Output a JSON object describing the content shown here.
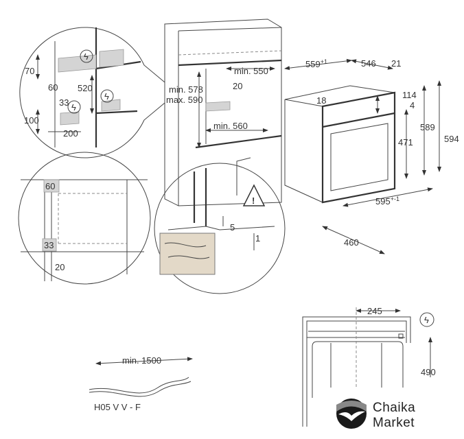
{
  "detail_top_left": {
    "d70": "70",
    "d60": "60",
    "d520": "520",
    "d33": "33",
    "d100": "100",
    "d200": "200"
  },
  "cabinet": {
    "min_550": "min. 550",
    "d20": "20",
    "min_578": "min. 578",
    "max_590": "max. 590",
    "min_560": "min. 560"
  },
  "oven": {
    "d559": "559",
    "d559_tol": "+1",
    "d546": "546",
    "d21": "21",
    "d114": "114",
    "d18": "18",
    "d4": "4",
    "d589": "589",
    "d594": "594",
    "d471": "471",
    "d595": "595",
    "d595_tol": "+-1",
    "d460": "460"
  },
  "detail_bottom_left": {
    "d60": "60",
    "d33": "33",
    "d20": "20"
  },
  "detail_bottom_center": {
    "d5": "5",
    "d1": "1"
  },
  "cable": {
    "min_length": "min. 1500",
    "type": "H05 V V - F"
  },
  "socket_view": {
    "d245": "245",
    "d490": "490"
  },
  "logo": {
    "line1": "Chaika",
    "line2": "Market"
  }
}
